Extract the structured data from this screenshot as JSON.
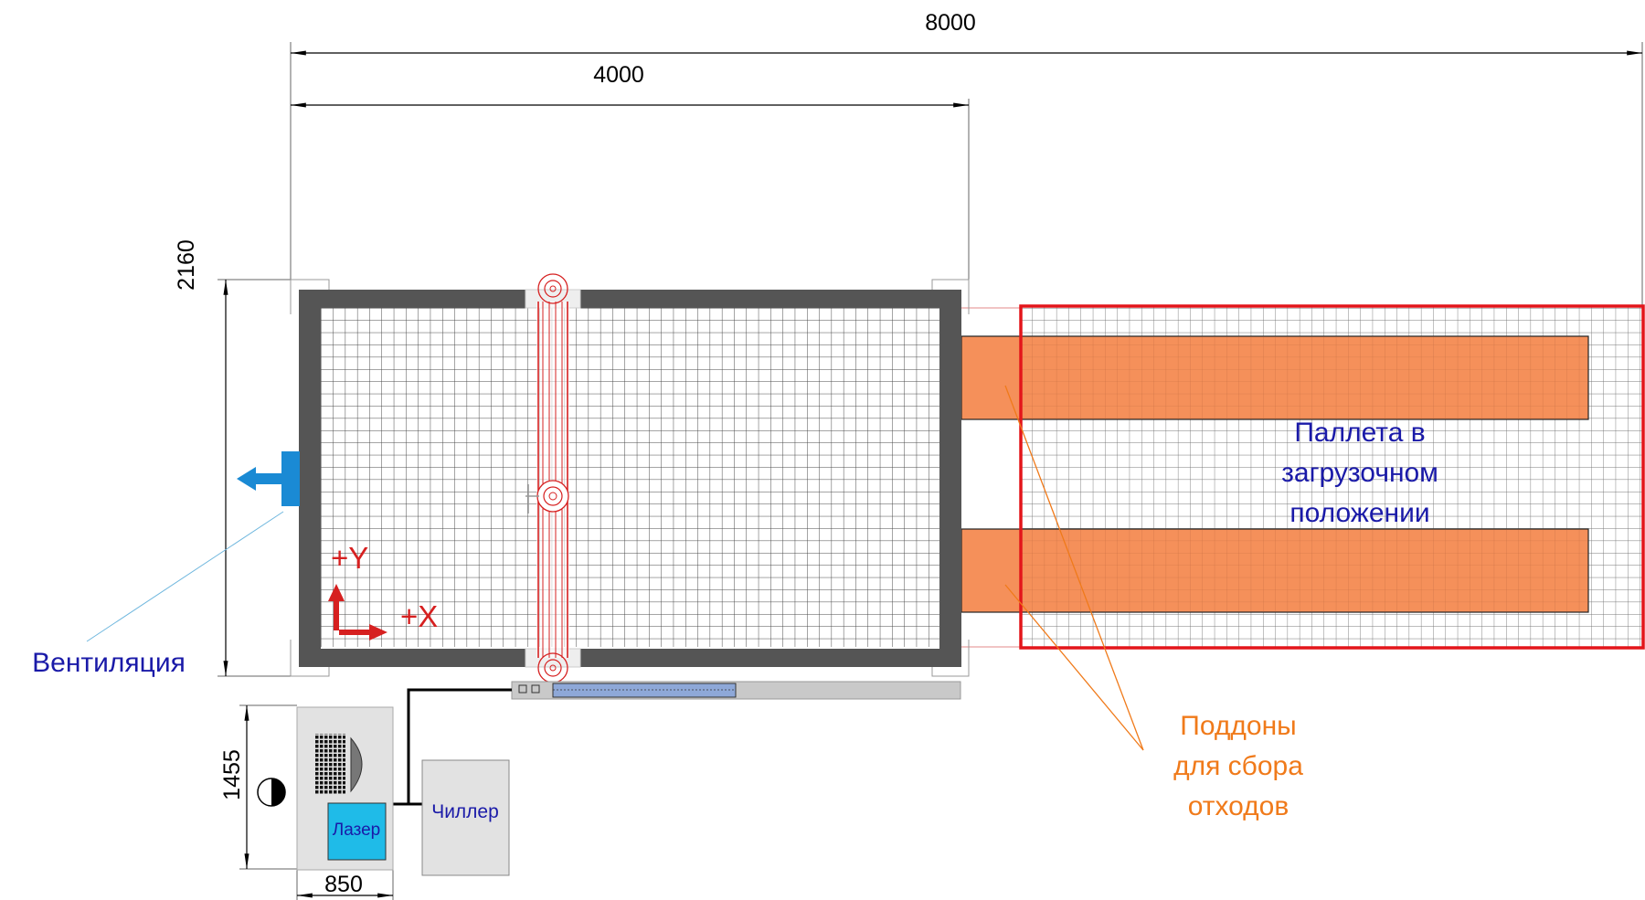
{
  "dimensions": {
    "total_length": "8000",
    "table_length": "4000",
    "table_width": "2160",
    "laser_depth": "1455",
    "laser_width": "850"
  },
  "labels": {
    "ventilation": "Вентиляция",
    "pallet": [
      "Паллета в",
      "загрузочном",
      "положении"
    ],
    "trays": [
      "Поддоны",
      "для сбора",
      "отходов"
    ],
    "laser": "Лазер",
    "chiller": "Чиллер",
    "axis_y": "+Y",
    "axis_x": "+X"
  },
  "colors": {
    "frame": "#555555",
    "grid": "#4a4a4a",
    "tray": "#f5905a",
    "pallet_border": "#e3151a",
    "gantry": "#d62020",
    "blue_text": "#1a1aa8",
    "orange_text": "#f07a1a",
    "laser_screen": "#1fbbe8",
    "vent": "#1a8ad4"
  }
}
